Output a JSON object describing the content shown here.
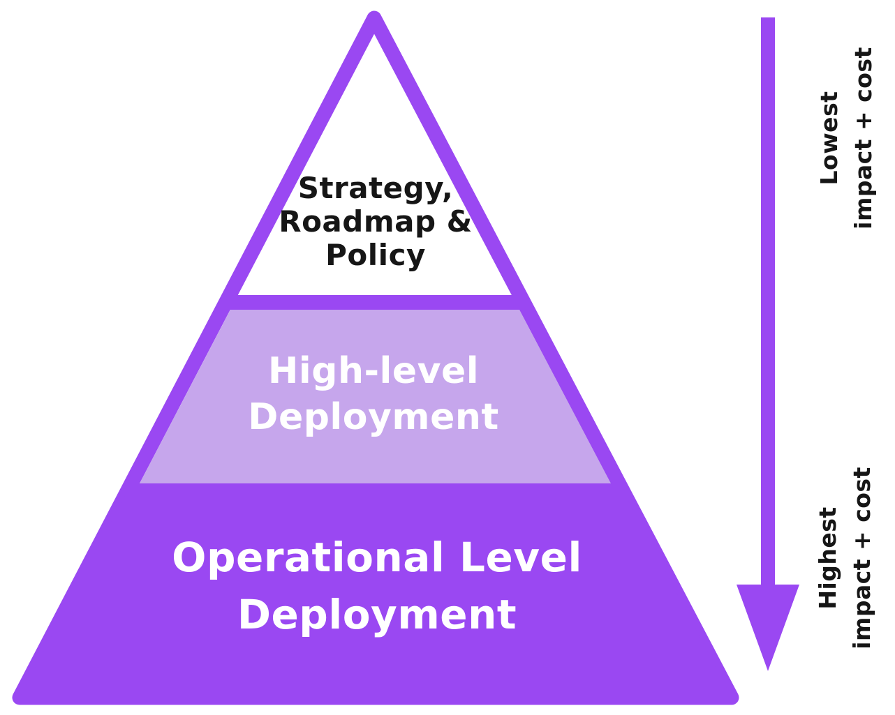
{
  "colors": {
    "accent": "#9a48f2",
    "tier_mid_fill": "#c6a6ec",
    "tier_top_fill": "#ffffff",
    "text_dark": "#161616",
    "text_light": "#ffffff"
  },
  "pyramid": {
    "tiers": [
      {
        "label": "Strategy,\nRoadmap &\nPolicy"
      },
      {
        "label": "High-level\nDeployment"
      },
      {
        "label": "Operational Level\nDeployment"
      }
    ]
  },
  "impact_axis": {
    "top_label": "Lowest\nimpact + cost",
    "bottom_label": "Highest\nimpact + cost",
    "direction": "down"
  }
}
